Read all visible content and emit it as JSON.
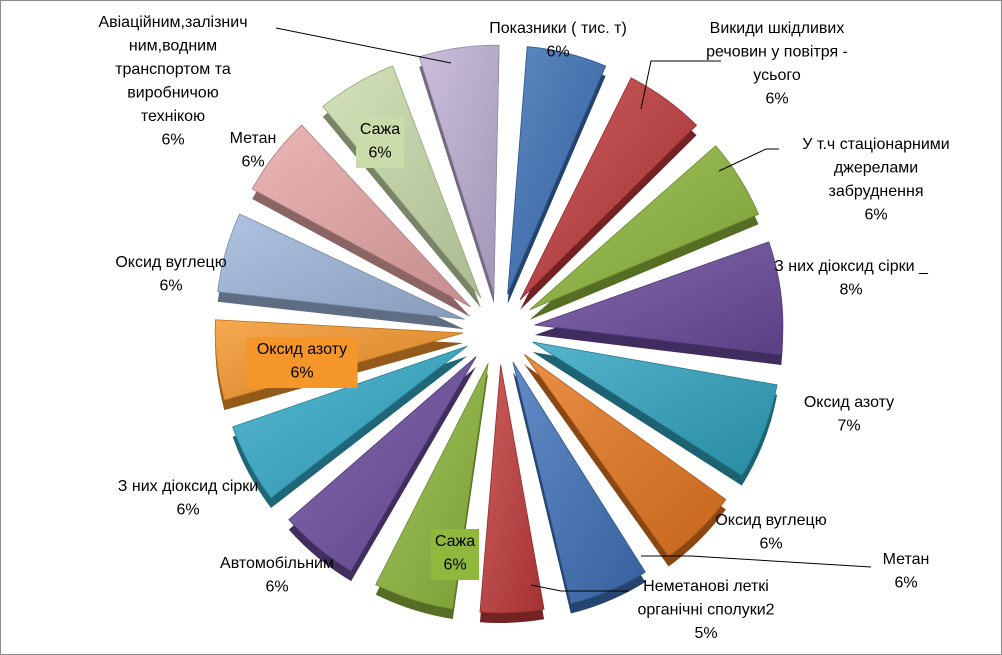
{
  "chart_data": {
    "type": "pie",
    "exploded": true,
    "three_d": true,
    "legend": "none",
    "data_labels": "category name and percentage",
    "categories": [
      "Показники ( тис. т)",
      "Викиди шкідливих речовин у повітря - усього",
      "У т.ч стаціонарними джерелами забруднення",
      "З них діоксид сірки _",
      "Оксид азоту",
      "Оксид вуглецю",
      "Метан",
      "Неметанові леткі органічні сполуки2",
      "Сажа",
      "Автомобільним",
      "З них діоксид сірки",
      "Оксид азоту",
      "Оксид вуглецю",
      "Метан",
      "Сажа",
      "Авіаційним,залізничним,водним транспортом та виробничою технікою"
    ],
    "values": [
      6,
      6,
      6,
      8,
      7,
      6,
      6,
      5,
      6,
      6,
      6,
      6,
      6,
      6,
      6,
      6
    ],
    "value_labels": [
      "6%",
      "6%",
      "6%",
      "8%",
      "7%",
      "6%",
      "6%",
      "5%",
      "6%",
      "6%",
      "6%",
      "6%",
      "6%",
      "6%",
      "6%",
      "6%"
    ],
    "label_lines": [
      [
        "Показники ( тис. т)"
      ],
      [
        "Викиди шкідливих",
        "речовин у повітря -",
        "усього"
      ],
      [
        "У т.ч стаціонарними",
        "джерелами",
        "забруднення"
      ],
      [
        "З них діоксид сірки _"
      ],
      [
        "Оксид азоту"
      ],
      [
        "Оксид вуглецю"
      ],
      [
        "Метан"
      ],
      [
        "Неметанові леткі",
        "органічні сполуки2"
      ],
      [
        "Сажа"
      ],
      [
        "Автомобільним"
      ],
      [
        "З них діоксид сірки"
      ],
      [
        "Оксид азоту"
      ],
      [
        "Оксид вуглецю"
      ],
      [
        "Метан"
      ],
      [
        "Сажа"
      ],
      [
        "Авіаційним,залізнич",
        "ним,водним",
        "транспортом та",
        "виробничою",
        "технікою"
      ]
    ],
    "colors": [
      "#3a6fb5",
      "#c0393b",
      "#8fb83c",
      "#6a4a9c",
      "#2fa3bf",
      "#e6771f",
      "#3f72ba",
      "#c23b3b",
      "#8fb83c",
      "#6b4c9e",
      "#33aac8",
      "#f5962a",
      "#9fb6dc",
      "#e8a6a6",
      "#c9dcaa",
      "#bfb1d6"
    ],
    "label_box_colors": {
      "11": "#f5962a",
      "14": "#c9dcaa",
      "8": "#8fb83c"
    }
  }
}
